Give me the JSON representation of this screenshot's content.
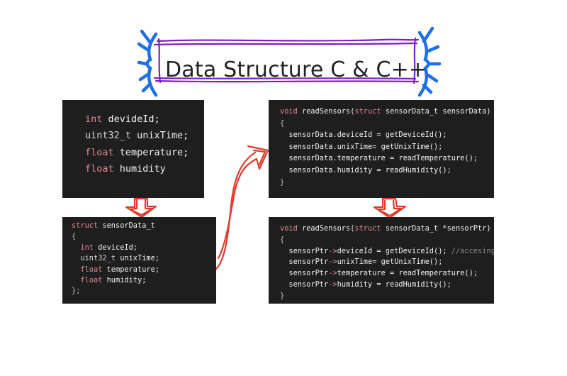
{
  "title": "Data Structure C & C++",
  "colors": {
    "highlight": "#7d1fc1",
    "brackets": "#1f6fe6",
    "arrows": "#e23b2b",
    "panel": "#1e1e1e",
    "keyword": "#e08a97"
  },
  "panels": {
    "declarations": {
      "lines": [
        [
          {
            "t": "int ",
            "c": "kw"
          },
          {
            "t": "devideId;",
            "c": "fn"
          }
        ],
        [
          {
            "t": "uint32_t ",
            "c": "ty"
          },
          {
            "t": "unixTime;",
            "c": "fn"
          }
        ],
        [
          {
            "t": "float ",
            "c": "kw"
          },
          {
            "t": "temperature;",
            "c": "fn"
          }
        ],
        [
          {
            "t": "float ",
            "c": "kw"
          },
          {
            "t": "humidity",
            "c": "fn"
          }
        ]
      ]
    },
    "struct_def": {
      "lines": [
        [
          {
            "t": "struct ",
            "c": "kw"
          },
          {
            "t": "sensorData_t",
            "c": "fn"
          }
        ],
        [
          {
            "t": "{",
            "c": "pn"
          }
        ],
        [
          {
            "t": "  int ",
            "c": "kw"
          },
          {
            "t": "deviceId;",
            "c": "fn"
          }
        ],
        [
          {
            "t": "  uint32_t ",
            "c": "ty"
          },
          {
            "t": "unixTime;",
            "c": "fn"
          }
        ],
        [
          {
            "t": "  float ",
            "c": "kw"
          },
          {
            "t": "temperature;",
            "c": "fn"
          }
        ],
        [
          {
            "t": "  float ",
            "c": "kw"
          },
          {
            "t": "humidity;",
            "c": "fn"
          }
        ],
        [
          {
            "t": "};",
            "c": "pn"
          }
        ]
      ]
    },
    "by_value": {
      "lines": [
        [
          {
            "t": "void ",
            "c": "kw"
          },
          {
            "t": "readSensors(",
            "c": "fn"
          },
          {
            "t": "struct ",
            "c": "kw"
          },
          {
            "t": "sensorData_t sensorData)",
            "c": "fn"
          }
        ],
        [
          {
            "t": "{",
            "c": "pn"
          }
        ],
        [
          {
            "t": "  sensorData.deviceId = getDeviceId();",
            "c": "fn"
          }
        ],
        [
          {
            "t": "  sensorData.unixTime= getUnixTime();",
            "c": "fn"
          }
        ],
        [
          {
            "t": "  sensorData.temperature = readTemperature();",
            "c": "fn"
          }
        ],
        [
          {
            "t": "  sensorData.humidity = readHumidity();",
            "c": "fn"
          }
        ],
        [
          {
            "t": "}",
            "c": "pn"
          }
        ]
      ]
    },
    "by_pointer": {
      "lines": [
        [
          {
            "t": "void ",
            "c": "kw"
          },
          {
            "t": "readSensors(",
            "c": "fn"
          },
          {
            "t": "struct ",
            "c": "kw"
          },
          {
            "t": "sensorData_t *sensorPtr)",
            "c": "fn"
          }
        ],
        [
          {
            "t": "{",
            "c": "pn"
          }
        ],
        [
          {
            "t": "  sensorPtr",
            "c": "fn"
          },
          {
            "t": "->",
            "c": "kw"
          },
          {
            "t": "deviceId = getDeviceId(); ",
            "c": "fn"
          },
          {
            "t": "//accesing devic",
            "c": "cm"
          }
        ],
        [
          {
            "t": "  sensorPtr",
            "c": "fn"
          },
          {
            "t": "->",
            "c": "kw"
          },
          {
            "t": "unixTime= getUnixTime();",
            "c": "fn"
          }
        ],
        [
          {
            "t": "  sensorPtr",
            "c": "fn"
          },
          {
            "t": "->",
            "c": "kw"
          },
          {
            "t": "temperature = readTemperature();",
            "c": "fn"
          }
        ],
        [
          {
            "t": "  sensorPtr",
            "c": "fn"
          },
          {
            "t": "->",
            "c": "kw"
          },
          {
            "t": "humidity = readHumidity();",
            "c": "fn"
          }
        ],
        [
          {
            "t": "}",
            "c": "pn"
          }
        ]
      ]
    }
  }
}
